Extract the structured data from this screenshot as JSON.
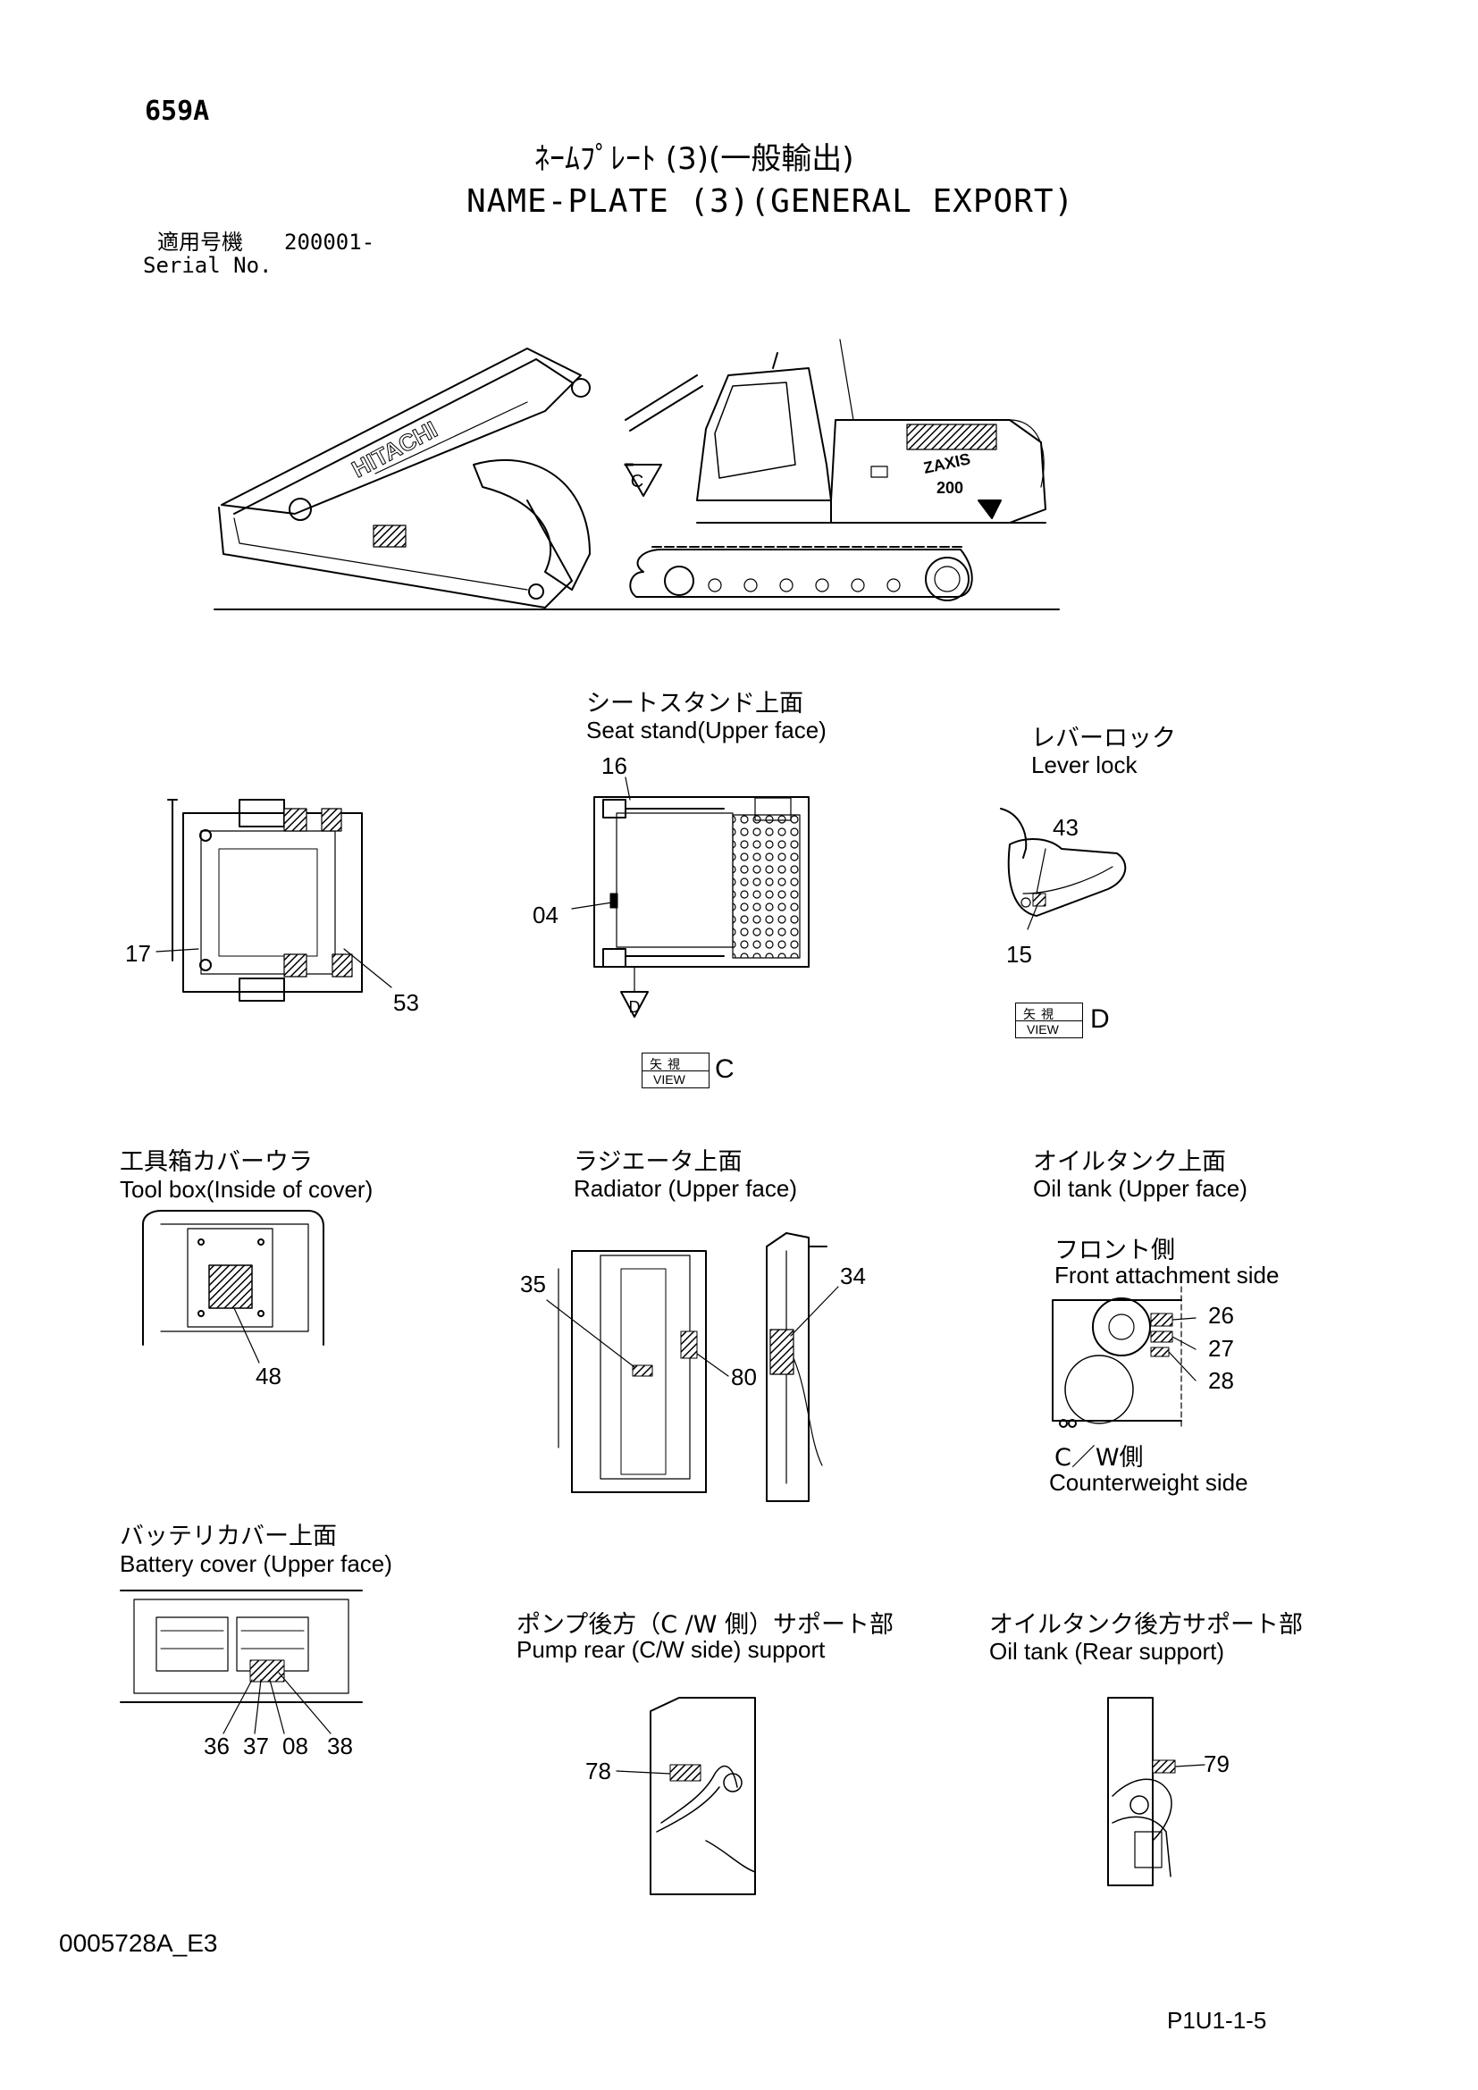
{
  "header": {
    "code": "659A",
    "title_ja": "ﾈｰﾑﾌﾟﾚｰﾄ (3)(一般輸出)",
    "title_en": "NAME-PLATE (3)(GENERAL EXPORT)",
    "serial_label_ja": "適用号機",
    "serial_value": "200001-",
    "serial_label_en": "Serial No."
  },
  "machine": {
    "brand": "HITACHI",
    "model_badge_top": "ZAXIS",
    "model_badge_num": "200",
    "view_marker": "C"
  },
  "sections": {
    "seat_stand": {
      "title_ja": "シートスタンド上面",
      "title_en": "Seat stand(Upper face)"
    },
    "lever_lock": {
      "title_ja": "レバーロック",
      "title_en": "Lever lock"
    },
    "tool_box": {
      "title_ja": "工具箱カバーウラ",
      "title_en": "Tool box(Inside of cover)"
    },
    "radiator": {
      "title_ja": "ラジエータ上面",
      "title_en": "Radiator (Upper face)"
    },
    "oil_tank": {
      "title_ja": "オイルタンク上面",
      "title_en": "Oil tank (Upper face)",
      "front_ja": "フロント側",
      "front_en": "Front attachment side",
      "cw_ja": "C／W側",
      "cw_en": "Counterweight side"
    },
    "battery": {
      "title_ja": "バッテリカバー上面",
      "title_en": "Battery cover (Upper face)"
    },
    "pump_rear": {
      "title_ja": "ポンプ後方（C /W 側）サポート部",
      "title_en": "Pump rear (C/W side) support"
    },
    "oil_tank_rear": {
      "title_ja": "オイルタンク後方サポート部",
      "title_en": "Oil tank (Rear support)"
    }
  },
  "views": {
    "c": {
      "ja": "矢視",
      "en": "VIEW",
      "letter": "C"
    },
    "d": {
      "ja": "矢視",
      "en": "VIEW",
      "letter": "D",
      "marker": "D"
    }
  },
  "callouts": {
    "n16": "16",
    "n17": "17",
    "n53": "53",
    "n04": "04",
    "n43": "43",
    "n15": "15",
    "n48": "48",
    "n35": "35",
    "n34": "34",
    "n80": "80",
    "n26": "26",
    "n27": "27",
    "n28": "28",
    "n36": "36",
    "n37": "37",
    "n08": "08",
    "n38": "38",
    "n78": "78",
    "n79": "79"
  },
  "footer": {
    "drawing_no": "0005728A_E3",
    "page": "P1U1-1-5"
  }
}
